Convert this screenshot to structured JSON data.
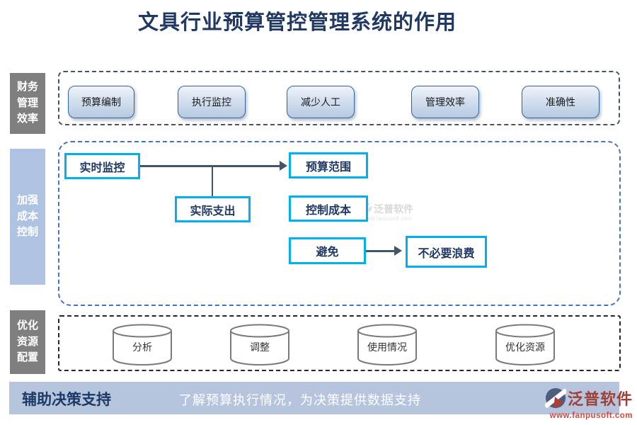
{
  "title": "文具行业预算管控管理系统的作用",
  "sections": [
    {
      "sidebar_label": "财务管理效率",
      "buttons": [
        "预算编制",
        "执行监控",
        "减少人工",
        "管理效率",
        "准确性"
      ]
    },
    {
      "sidebar_label": "加强成本控制",
      "nodes": {
        "realtime": "实时监控",
        "budget_scope": "预算范围",
        "actual_expense": "实际支出",
        "control_cost": "控制成本",
        "avoid": "避免",
        "waste": "不必要浪费"
      }
    },
    {
      "sidebar_label": "优化资源配置",
      "cylinders": [
        "分析",
        "调整",
        "使用情况",
        "优化资源"
      ]
    }
  ],
  "footer": {
    "label": "辅助决策支持",
    "description": "了解预算执行情况，为决策提供数据支持"
  },
  "brand": {
    "name": "泛普软件",
    "url": "www.fanpusoft.com"
  },
  "watermark": {
    "name": "泛普软件",
    "url": "www.fanpusoft.com"
  },
  "colors": {
    "title_text": "#1f3864",
    "node_border": "#00b0f0",
    "node_text": "#1f3864",
    "panel1_border": "#44546a",
    "panel2_border": "#4472c4",
    "panel3_border": "#262626",
    "sidebar_dark_bg": "#7f7f7f",
    "sidebar_light_bg": "#aec3e2",
    "button_border": "#31659c",
    "footer_bg": "#b7c4dd",
    "footer_label_text": "#1b3a66",
    "footer_desc_text": "#ffffff",
    "brand_red": "#b23c30",
    "connector": "#44546a"
  }
}
